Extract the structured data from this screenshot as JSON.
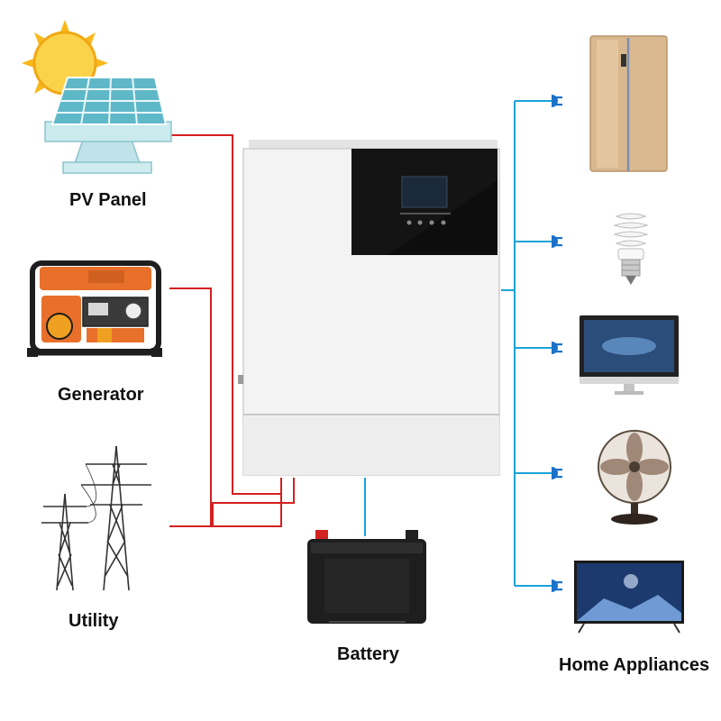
{
  "labels": {
    "pv_panel": "PV Panel",
    "generator": "Generator",
    "utility": "Utility",
    "battery": "Battery",
    "home_appliances": "Home Appliances"
  },
  "colors": {
    "input_wire": "#d42020",
    "output_wire": "#1aa3d9",
    "plug": "#1a72c9",
    "inverter_body": "#f3f3f3",
    "inverter_panel": "#0d0d0d",
    "battery_body": "#1e1e1e",
    "sun": "#f8b81b",
    "solar_cell": "#5fb8c8",
    "generator_frame": "#e8702a"
  },
  "icons": {
    "inverter": "inverter-icon",
    "sun": "sun-icon",
    "solar_panel": "solar-panel-icon",
    "generator": "generator-icon",
    "utility": "power-tower-icon",
    "battery": "battery-icon",
    "refrigerator": "refrigerator-icon",
    "bulb": "light-bulb-icon",
    "monitor": "monitor-icon",
    "fan": "fan-icon",
    "tv": "tv-icon",
    "plug": "plug-icon"
  }
}
